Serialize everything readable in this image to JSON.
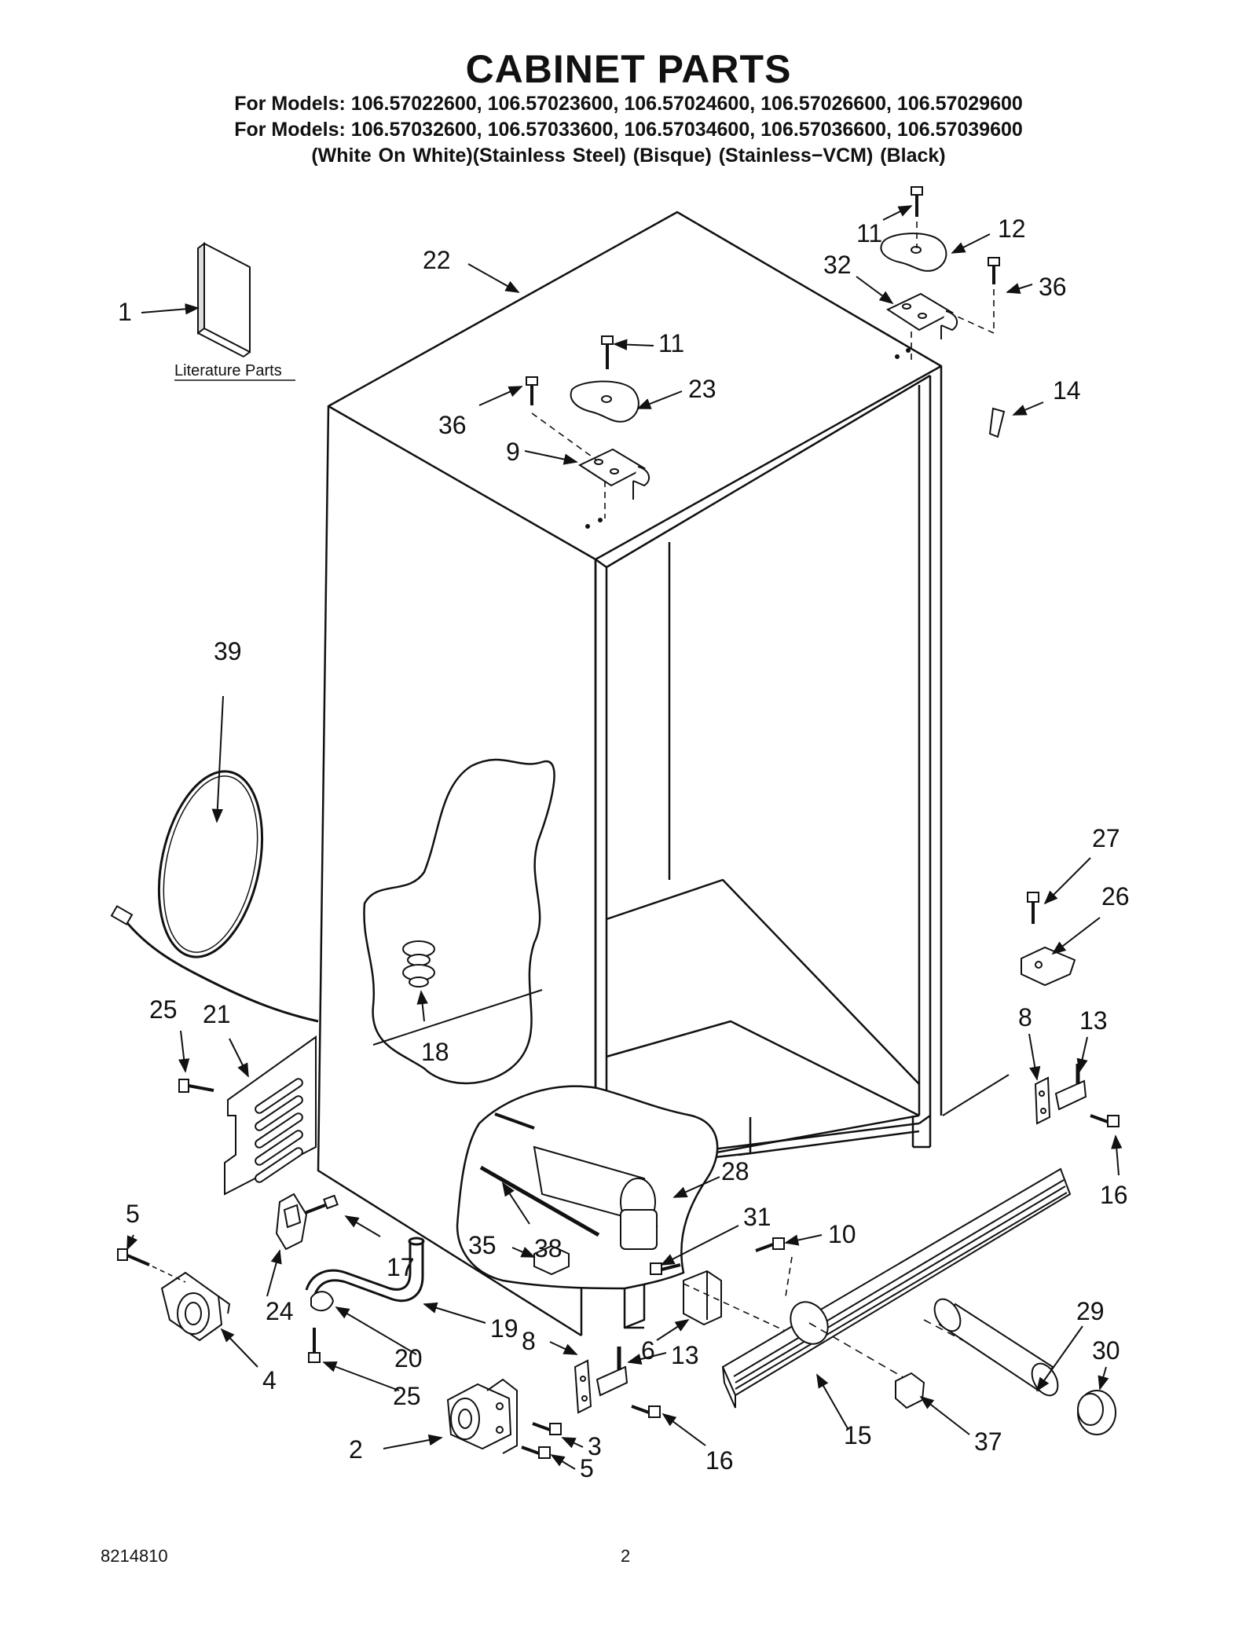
{
  "header": {
    "title": "CABINET PARTS",
    "model_line_1": "For Models: 106.57022600, 106.57023600, 106.57024600, 106.57026600, 106.57029600",
    "model_line_2": "For Models: 106.57032600, 106.57033600, 106.57034600, 106.57036600, 106.57039600",
    "finishes": "(White On White)(Stainless Steel)    (Bisque)    (Stainless−VCM)    (Black)"
  },
  "literature_caption": "Literature Parts",
  "callouts": {
    "c1": "1",
    "c2": "2",
    "c3": "3",
    "c4": "4",
    "c5a": "5",
    "c5b": "5",
    "c6": "6",
    "c8a": "8",
    "c8b": "8",
    "c9": "9",
    "c10": "10",
    "c11a": "11",
    "c11b": "11",
    "c12": "12",
    "c13a": "13",
    "c13b": "13",
    "c14": "14",
    "c15": "15",
    "c16a": "16",
    "c16b": "16",
    "c17": "17",
    "c18": "18",
    "c19": "19",
    "c20": "20",
    "c21": "21",
    "c22": "22",
    "c23": "23",
    "c24": "24",
    "c25a": "25",
    "c25b": "25",
    "c26": "26",
    "c27": "27",
    "c28": "28",
    "c29": "29",
    "c30": "30",
    "c31": "31",
    "c32": "32",
    "c35": "35",
    "c36a": "36",
    "c36b": "36",
    "c37": "37",
    "c38": "38",
    "c39": "39"
  },
  "footer": {
    "part_number": "8214810",
    "page_number": "2"
  }
}
